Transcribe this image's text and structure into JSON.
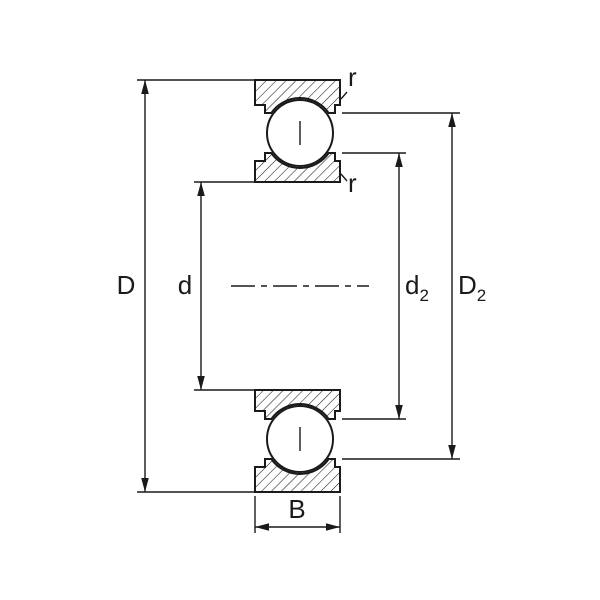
{
  "labels": {
    "D": "D",
    "d": "d",
    "d2_base": "d",
    "d2_sub": "2",
    "D2_base": "D",
    "D2_sub": "2",
    "B": "B",
    "r_outer": "r",
    "r_inner": "r"
  },
  "colors": {
    "line": "#1a1a1a",
    "background": "#ffffff"
  }
}
